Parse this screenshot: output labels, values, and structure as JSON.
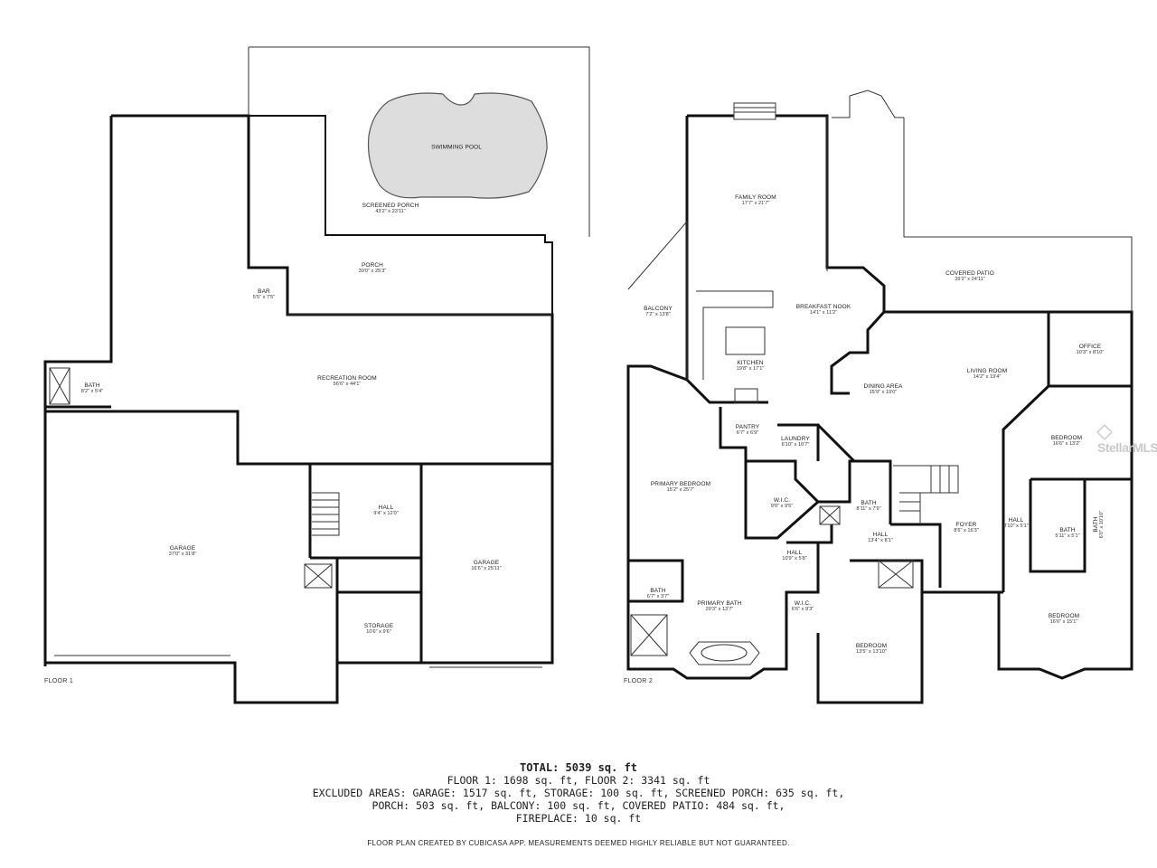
{
  "watermark": "StellarMLS",
  "floors": [
    {
      "label": "FLOOR 1"
    },
    {
      "label": "FLOOR 2"
    }
  ],
  "rooms_floor1": [
    {
      "name": "SWIMMING POOL",
      "dim": ""
    },
    {
      "name": "SCREENED PORCH",
      "dim": "43'2\" x 23'11\""
    },
    {
      "name": "PORCH",
      "dim": "39'0\" x 25'3\""
    },
    {
      "name": "BAR",
      "dim": "5'5\" x 7'5\""
    },
    {
      "name": "RECREATION ROOM",
      "dim": "56'6\" x 44'1\""
    },
    {
      "name": "BATH",
      "dim": "8'2\" x 5'4\""
    },
    {
      "name": "GARAGE",
      "dim": "37'0\" x 31'8\""
    },
    {
      "name": "HALL",
      "dim": "9'4\" x 12'0\""
    },
    {
      "name": "GARAGE",
      "dim": "16'6\" x 25'11\""
    },
    {
      "name": "STORAGE",
      "dim": "10'6\" x 9'6\""
    }
  ],
  "rooms_floor2": [
    {
      "name": "FAMILY ROOM",
      "dim": "17'7\" x 21'7\""
    },
    {
      "name": "BALCONY",
      "dim": "7'2\" x 13'8\""
    },
    {
      "name": "BREAKFAST NOOK",
      "dim": "14'1\" x 11'2\""
    },
    {
      "name": "COVERED PATIO",
      "dim": "39'2\" x 24'11\""
    },
    {
      "name": "KITCHEN",
      "dim": "19'8\" x 17'1\""
    },
    {
      "name": "OFFICE",
      "dim": "10'3\" x 8'10\""
    },
    {
      "name": "DINING AREA",
      "dim": "15'9\" x 19'0\""
    },
    {
      "name": "LIVING ROOM",
      "dim": "14'2\" x 19'4\""
    },
    {
      "name": "PANTRY",
      "dim": "6'7\" x 6'9\""
    },
    {
      "name": "LAUNDRY",
      "dim": "6'10\" x 10'7\""
    },
    {
      "name": "BEDROOM",
      "dim": "16'6\" x 13'2\""
    },
    {
      "name": "PRIMARY BEDROOM",
      "dim": "15'2\" x 25'7\""
    },
    {
      "name": "W.I.C.",
      "dim": "9'0\" x 9'5\""
    },
    {
      "name": "BATH",
      "dim": "8'11\" x 7'9\""
    },
    {
      "name": "HALL",
      "dim": "13'4\" x 8'1\""
    },
    {
      "name": "FOYER",
      "dim": "8'6\" x 16'3\""
    },
    {
      "name": "HALL",
      "dim": "8'10\" x 5'1\""
    },
    {
      "name": "BATH",
      "dim": "5'11\" x 5'1\""
    },
    {
      "name": "BATH",
      "dim": "6'0\" x 10'10\""
    },
    {
      "name": "HALL",
      "dim": "10'9\" x 5'8\""
    },
    {
      "name": "BATH",
      "dim": "6'7\" x 3'7\""
    },
    {
      "name": "PRIMARY BATH",
      "dim": "20'3\" x 13'7\""
    },
    {
      "name": "W.I.C.",
      "dim": "6'6\" x 9'3\""
    },
    {
      "name": "BEDROOM",
      "dim": "13'5\" x 13'10\""
    },
    {
      "name": "BEDROOM",
      "dim": "16'6\" x 15'1\""
    }
  ],
  "summary": {
    "total": "TOTAL: 5039 sq. ft",
    "floors": "FLOOR 1: 1698 sq. ft, FLOOR 2: 3341 sq. ft",
    "excluded_1": "EXCLUDED AREAS: GARAGE: 1517 sq. ft, STORAGE: 100 sq. ft, SCREENED PORCH: 635 sq. ft,",
    "excluded_2": "PORCH: 503 sq. ft, BALCONY: 100 sq. ft, COVERED PATIO: 484 sq. ft,",
    "excluded_3": "FIREPLACE: 10 sq. ft"
  },
  "disclaimer": "FLOOR PLAN CREATED BY CUBICASA APP. MEASUREMENTS DEEMED HIGHLY RELIABLE BUT NOT GUARANTEED."
}
